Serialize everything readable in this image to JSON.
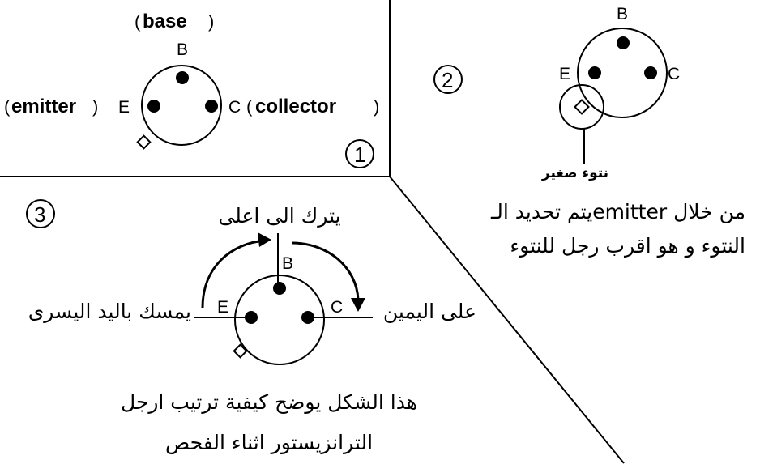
{
  "pins": {
    "base_letter": "B",
    "emitter_letter": "E",
    "collector_letter": "C"
  },
  "panel1": {
    "number": "1",
    "base_word": "base",
    "emitter_word": "emitter",
    "collector_word": "collector"
  },
  "panel2": {
    "number": "2",
    "tab_caption": "نتوء صغير",
    "explanation_line1": "يتم تحديد الـemitter من خلال",
    "explanation_line2": "النتوء و هو اقرب رجل للنتوء"
  },
  "panel3": {
    "number": "3",
    "top_label": "يترك الى اعلى",
    "left_label": "يمسك باليد اليسرى",
    "right_label": "على اليمين",
    "caption_line1": "هذا الشكل يوضح كيفية ترتيب ارجل",
    "caption_line2": "الترانزيستور اثناء الفحص"
  }
}
